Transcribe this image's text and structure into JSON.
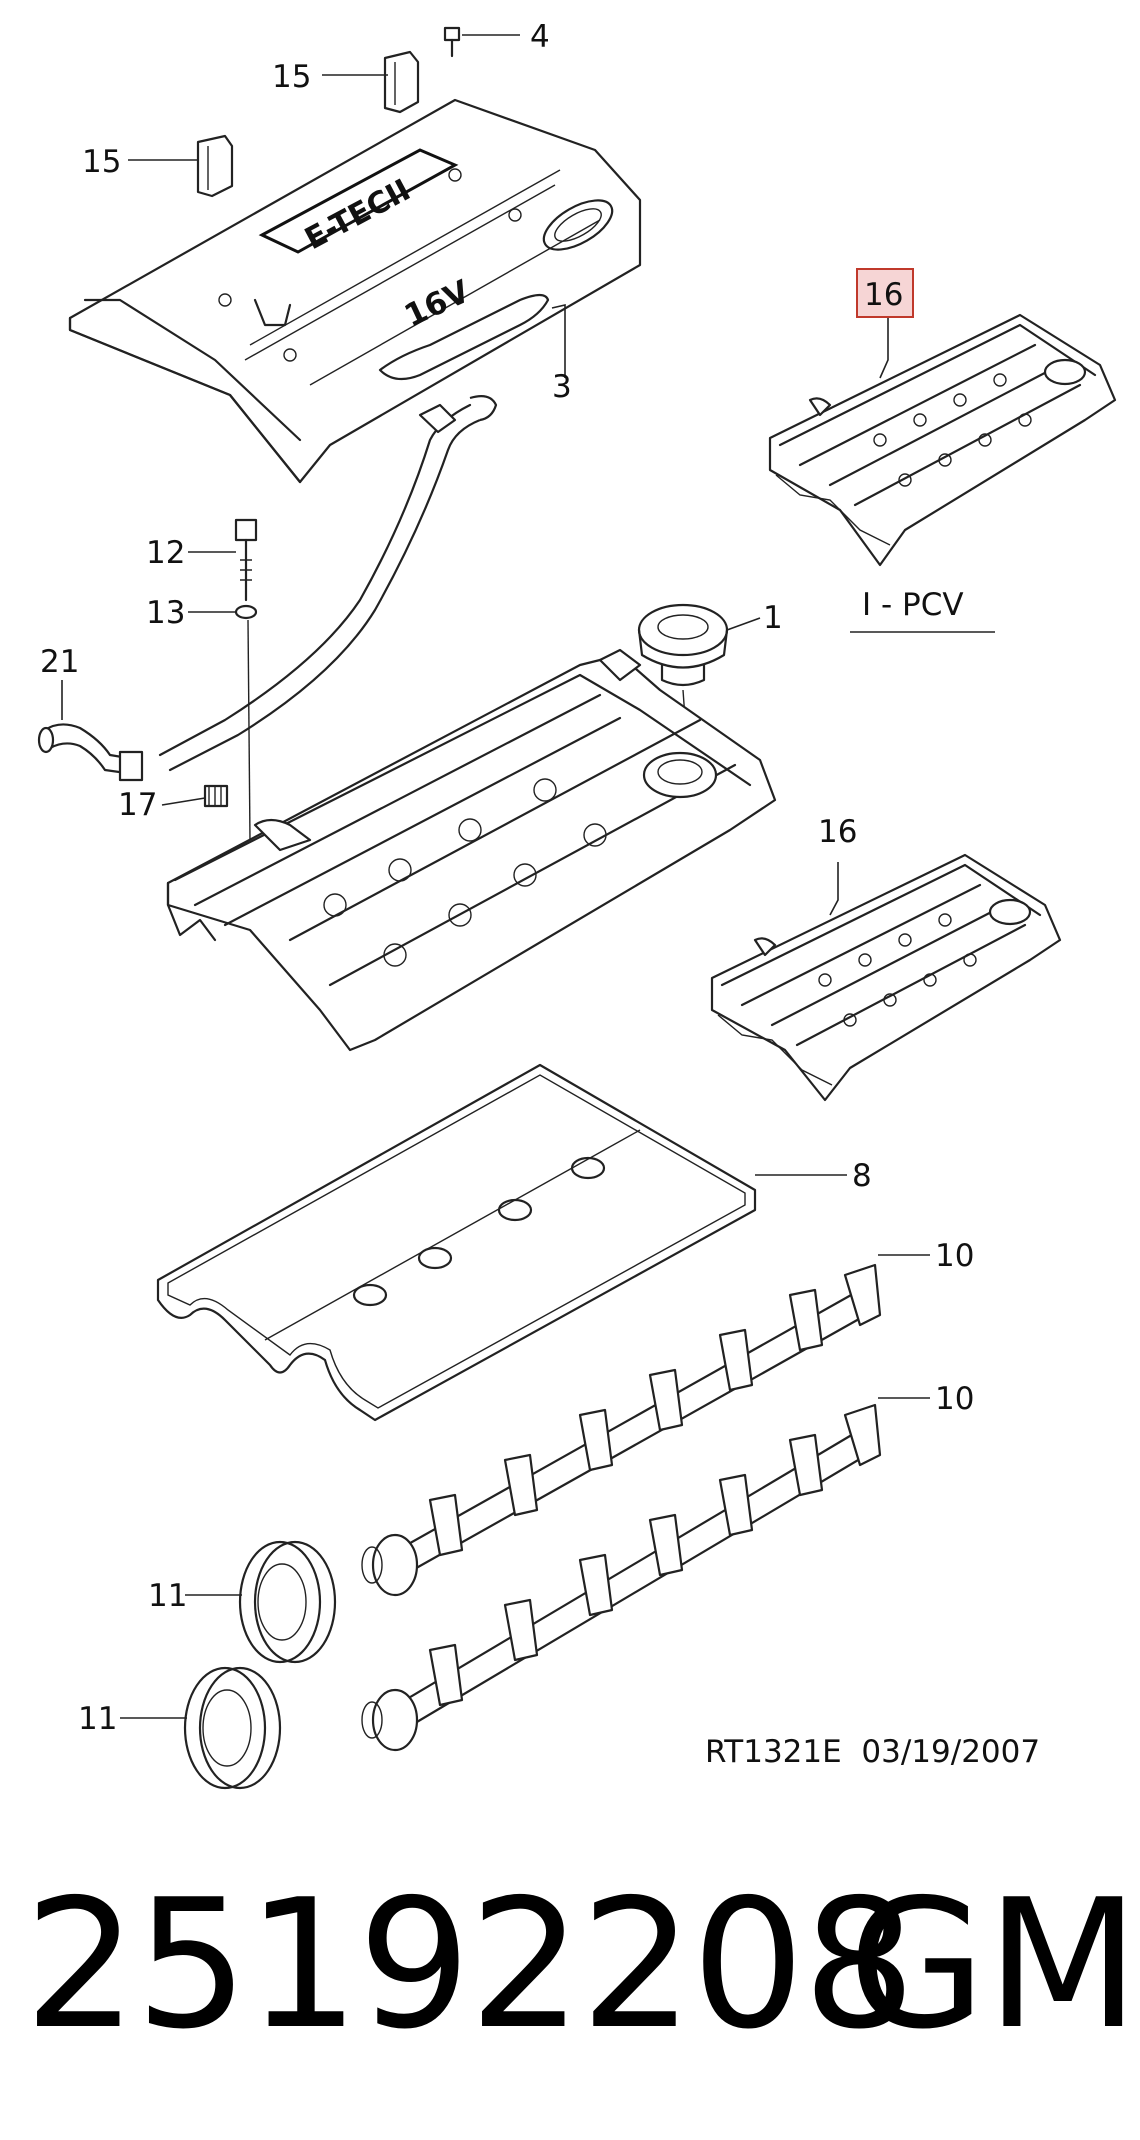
{
  "callouts": {
    "c4": "4",
    "c15a": "15",
    "c15b": "15",
    "c3": "3",
    "c16_highlighted": "16",
    "c12": "12",
    "c13": "13",
    "c1": "1",
    "c21": "21",
    "c17": "17",
    "c16": "16",
    "c8": "8",
    "c10a": "10",
    "c10b": "10",
    "c11a": "11",
    "c11b": "11"
  },
  "variant_label": "I - PCV",
  "cover_marking": {
    "brand": "E-TECII",
    "engine": "16V"
  },
  "drawing_ref": "RT1321E  03/19/2007",
  "part_number": "25192208",
  "brand": "GM",
  "colors": {
    "highlight_fill": "#f6d5d5",
    "highlight_border": "#c0392b",
    "line": "#222222"
  }
}
